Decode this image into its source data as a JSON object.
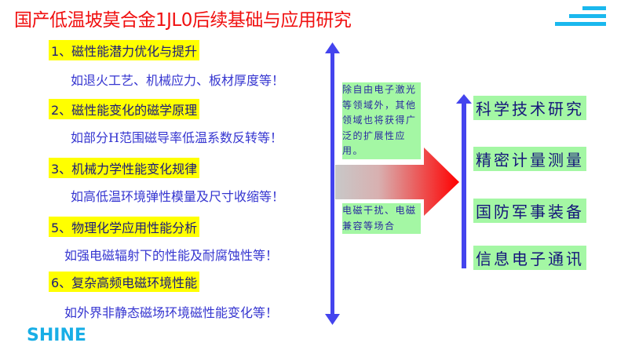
{
  "title": "国产低温坡莫合金1JL0后续基础与应用研究",
  "items": [
    {
      "heading": "1、磁性能潜力优化与提升",
      "detail": "如退火工艺、机械应力、板材厚度等！"
    },
    {
      "heading": "2、磁性能变化的磁学原理",
      "detail": "如部分H范围磁导率低温系数反转等！"
    },
    {
      "heading": "3、机械力学性能变化规律",
      "detail": "如高低温环境弹性模量及尺寸收缩等！"
    },
    {
      "heading": "5、物理化学应用性能分析",
      "detail": "如强电磁辐射下的性能及耐腐蚀性等！"
    },
    {
      "heading": "6、复杂高频电磁环境性能",
      "detail": "如外界非静态磁场环境磁性能变化等！"
    }
  ],
  "note_top": "除自由电子激光等领域外，其他领域也将获得广泛的扩展性应用。",
  "note_bottom": "电磁干扰、电磁兼容等场合",
  "applications": [
    "科学技术研究",
    "精密计量测量",
    "国防军事装备",
    "信息电子通讯"
  ],
  "logo": "SHINE",
  "colors": {
    "title": "#f01010",
    "highlight": "#ffff00",
    "green": "#a4f7a4",
    "arrow": "#4444ee"
  }
}
